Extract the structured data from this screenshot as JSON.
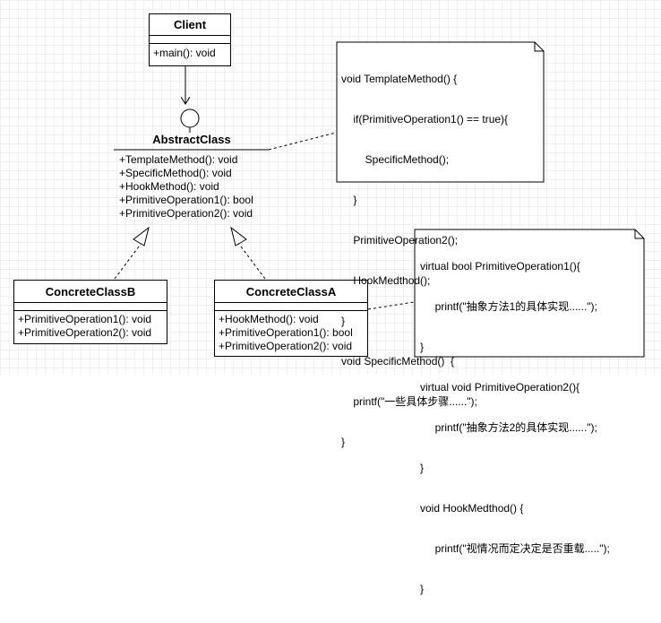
{
  "client": {
    "name": "Client",
    "operations": [
      "+main(): void"
    ]
  },
  "abstract_class": {
    "name": "AbstractClass",
    "operations": [
      "+TemplateMethod(): void",
      "+SpecificMethod(): void",
      "+HookMethod(): void",
      "+PrimitiveOperation1(): bool",
      "+PrimitiveOperation2(): void"
    ]
  },
  "concrete_b": {
    "name": "ConcreteClassB",
    "operations": [
      "+PrimitiveOperation1(): void",
      "+PrimitiveOperation2(): void"
    ]
  },
  "concrete_a": {
    "name": "ConcreteClassA",
    "operations": [
      "+HookMethod(): void",
      "+PrimitiveOperation1(): bool",
      "+PrimitiveOperation2(): void"
    ]
  },
  "note_template": {
    "lines": [
      "void TemplateMethod() {",
      "    if(PrimitiveOperation1() == true){",
      "        SpecificMethod();",
      "    }",
      "    PrimitiveOperation2();",
      "    HookMedthod();",
      "}",
      "void SpecificMethod()  {",
      "    printf(\"一些具体步骤......\");",
      "}"
    ]
  },
  "note_concrete": {
    "lines": [
      "virtual bool PrimitiveOperation1(){",
      "     printf(\"抽象方法1的具体实现......\");",
      "}",
      "virtual void PrimitiveOperation2(){",
      "     printf(\"抽象方法2的具体实现......\");",
      "}",
      "void HookMedthod() {",
      "     printf(\"视情况而定决定是否重载.....\");",
      "}"
    ]
  }
}
